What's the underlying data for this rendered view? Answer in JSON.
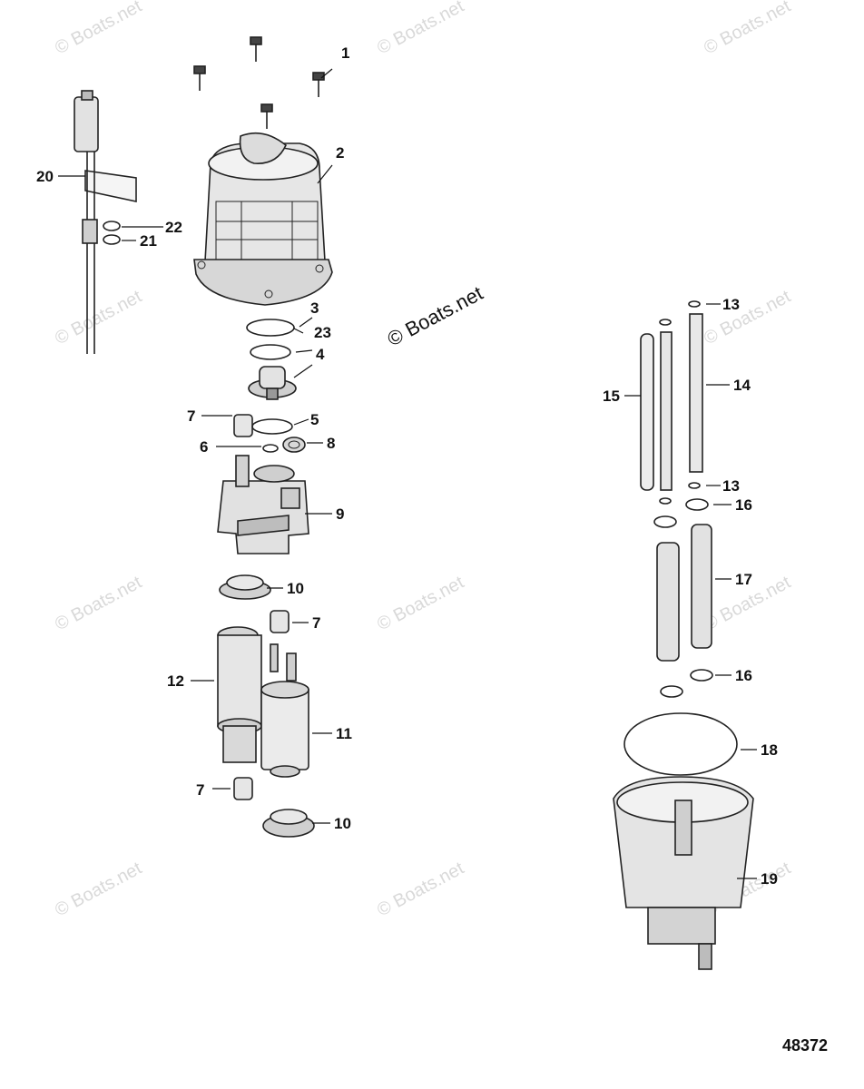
{
  "watermark": "© Boats.net",
  "document_number": "48372",
  "callouts": {
    "c1": "1",
    "c2": "2",
    "c3": "3",
    "c4": "4",
    "c5": "5",
    "c6": "6",
    "c7a": "7",
    "c7b": "7",
    "c7c": "7",
    "c8": "8",
    "c9": "9",
    "c10a": "10",
    "c10b": "10",
    "c11": "11",
    "c12": "12",
    "c13a": "13",
    "c13b": "13",
    "c14": "14",
    "c15": "15",
    "c16a": "16",
    "c16b": "16",
    "c17": "17",
    "c18": "18",
    "c19": "19",
    "c20": "20",
    "c21": "21",
    "c22": "22",
    "c23": "23"
  }
}
